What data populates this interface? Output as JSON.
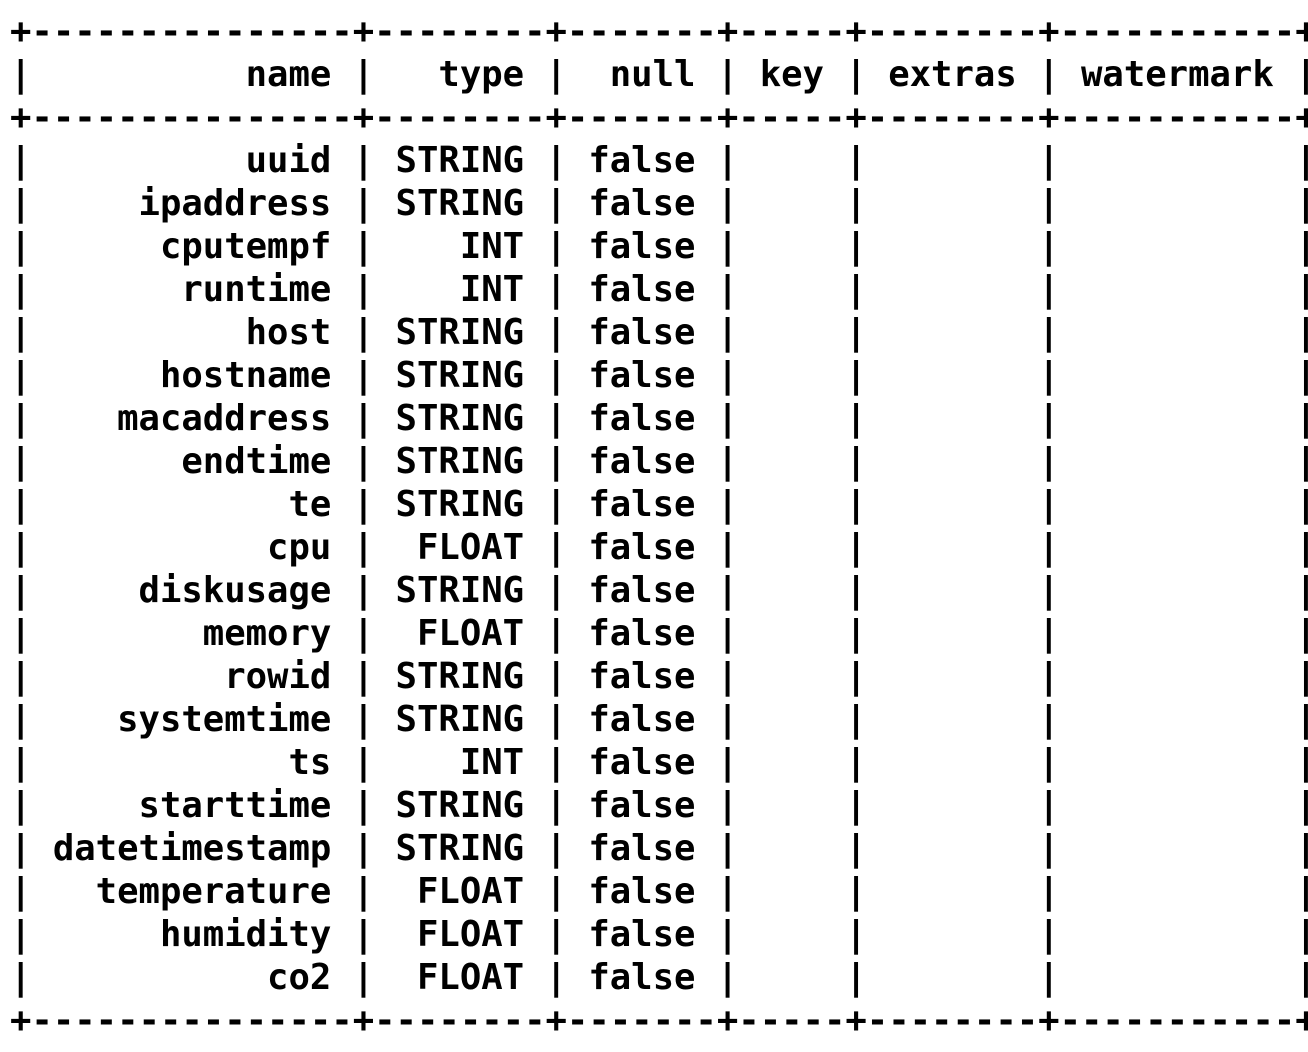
{
  "table": {
    "columns": [
      "name",
      "type",
      "null",
      "key",
      "extras",
      "watermark"
    ],
    "rows": [
      [
        "uuid",
        "STRING",
        "false",
        "",
        "",
        ""
      ],
      [
        "ipaddress",
        "STRING",
        "false",
        "",
        "",
        ""
      ],
      [
        "cputempf",
        "INT",
        "false",
        "",
        "",
        ""
      ],
      [
        "runtime",
        "INT",
        "false",
        "",
        "",
        ""
      ],
      [
        "host",
        "STRING",
        "false",
        "",
        "",
        ""
      ],
      [
        "hostname",
        "STRING",
        "false",
        "",
        "",
        ""
      ],
      [
        "macaddress",
        "STRING",
        "false",
        "",
        "",
        ""
      ],
      [
        "endtime",
        "STRING",
        "false",
        "",
        "",
        ""
      ],
      [
        "te",
        "STRING",
        "false",
        "",
        "",
        ""
      ],
      [
        "cpu",
        "FLOAT",
        "false",
        "",
        "",
        ""
      ],
      [
        "diskusage",
        "STRING",
        "false",
        "",
        "",
        ""
      ],
      [
        "memory",
        "FLOAT",
        "false",
        "",
        "",
        ""
      ],
      [
        "rowid",
        "STRING",
        "false",
        "",
        "",
        ""
      ],
      [
        "systemtime",
        "STRING",
        "false",
        "",
        "",
        ""
      ],
      [
        "ts",
        "INT",
        "false",
        "",
        "",
        ""
      ],
      [
        "starttime",
        "STRING",
        "false",
        "",
        "",
        ""
      ],
      [
        "datetimestamp",
        "STRING",
        "false",
        "",
        "",
        ""
      ],
      [
        "temperature",
        "FLOAT",
        "false",
        "",
        "",
        ""
      ],
      [
        "humidity",
        "FLOAT",
        "false",
        "",
        "",
        ""
      ],
      [
        "co2",
        "FLOAT",
        "false",
        "",
        "",
        ""
      ]
    ]
  }
}
